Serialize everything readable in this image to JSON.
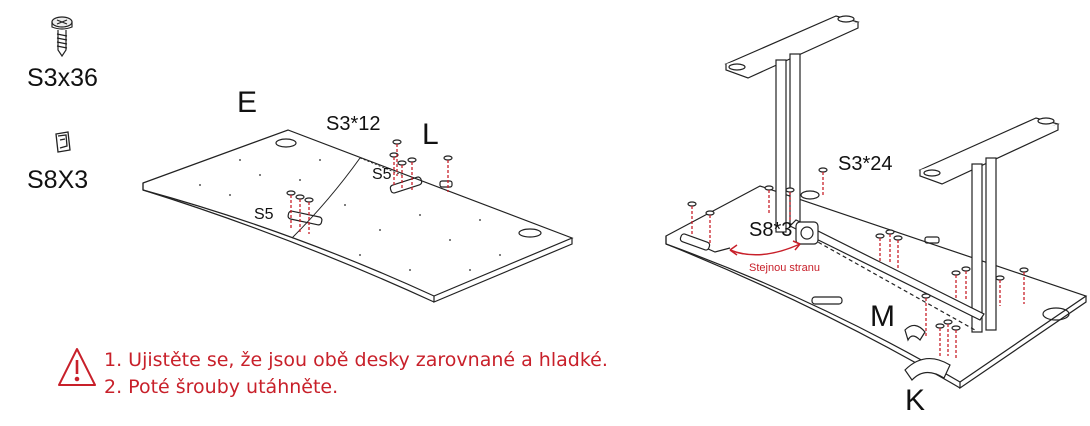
{
  "legend": {
    "screw_label": "S3x36",
    "bracket_label": "S8X3",
    "screw_icon": "screw-icon",
    "bracket_icon": "bracket-clip-icon"
  },
  "left_diagram": {
    "part_label": "E",
    "screw_group_label": "S3*12",
    "part_l_label": "L",
    "bracket_label_1": "S5",
    "bracket_label_2": "S5"
  },
  "right_diagram": {
    "screw_group_label": "S3*24",
    "bracket_group_label": "S8*3",
    "same_side_label": "Stejnou stranu",
    "part_m_label": "M",
    "part_k_label": "K"
  },
  "warning": {
    "icon": "warning-triangle-icon",
    "line1": "1. Ujistěte se, že jsou obě desky zarovnané a hladké.",
    "line2": "2. Poté šrouby utáhněte."
  },
  "colors": {
    "accent_red": "#c8202a",
    "line": "#222222"
  }
}
